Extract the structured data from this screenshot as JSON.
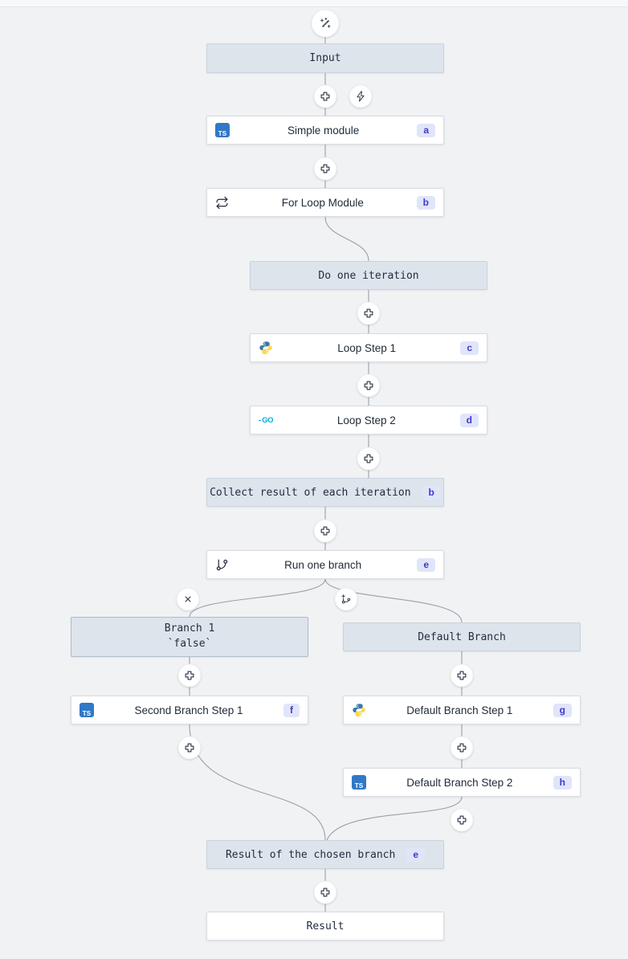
{
  "colors": {
    "canvas_bg": "#f1f2f4",
    "node_blue_bg": "#dde4ec",
    "node_blue_border": "#c9d3dd",
    "node_white_bg": "#ffffff",
    "node_white_border": "#dadce2",
    "badge_bg": "#e0e5fa",
    "badge_text": "#4338ca",
    "edge": "#9aa0a9",
    "ts_icon_bg": "#3178c6",
    "go_color": "#00add8",
    "python_blue": "#3b77a8",
    "python_yellow": "#ffd845"
  },
  "icons": {
    "ts_label": "TS",
    "go_label": "GO"
  },
  "nodes": {
    "input": {
      "label": "Input"
    },
    "simple_module": {
      "label": "Simple module",
      "badge": "a"
    },
    "for_loop": {
      "label": "For Loop Module",
      "badge": "b"
    },
    "do_one_iteration": {
      "label": "Do one iteration"
    },
    "loop_step_1": {
      "label": "Loop Step 1",
      "badge": "c"
    },
    "loop_step_2": {
      "label": "Loop Step 2",
      "badge": "d"
    },
    "collect_result": {
      "label": "Collect result of each iteration",
      "badge": "b"
    },
    "run_one_branch": {
      "label": "Run one branch",
      "badge": "e"
    },
    "branch_1": {
      "label": "Branch 1",
      "sublabel": "`false`"
    },
    "default_branch": {
      "label": "Default Branch"
    },
    "second_branch_step_1": {
      "label": "Second Branch Step 1",
      "badge": "f"
    },
    "default_branch_step_1": {
      "label": "Default Branch Step 1",
      "badge": "g"
    },
    "default_branch_step_2": {
      "label": "Default Branch Step 2",
      "badge": "h"
    },
    "result_of_chosen_branch": {
      "label": "Result of the chosen branch",
      "badge": "e"
    },
    "result": {
      "label": "Result"
    }
  }
}
